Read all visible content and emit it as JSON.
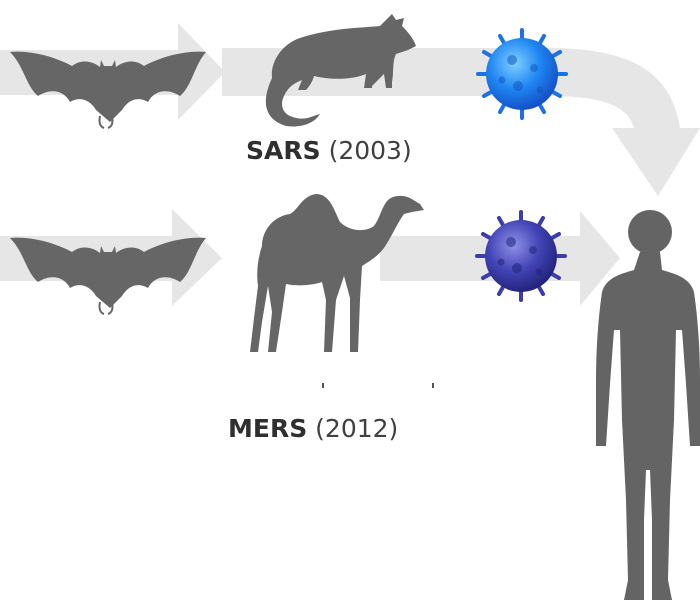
{
  "colors": {
    "arrow": "#e6e6e6",
    "animal": "#666666",
    "human": "#646464",
    "virus_sars": "#1f7ef0",
    "virus_mers": "#3e3fb0"
  },
  "icons": [
    "bat-icon",
    "civet-icon",
    "camel-icon",
    "virus-icon",
    "human-icon"
  ],
  "sars": {
    "name": "SARS",
    "year": "(2003)"
  },
  "mers": {
    "name": "MERS",
    "year": "(2012)"
  }
}
